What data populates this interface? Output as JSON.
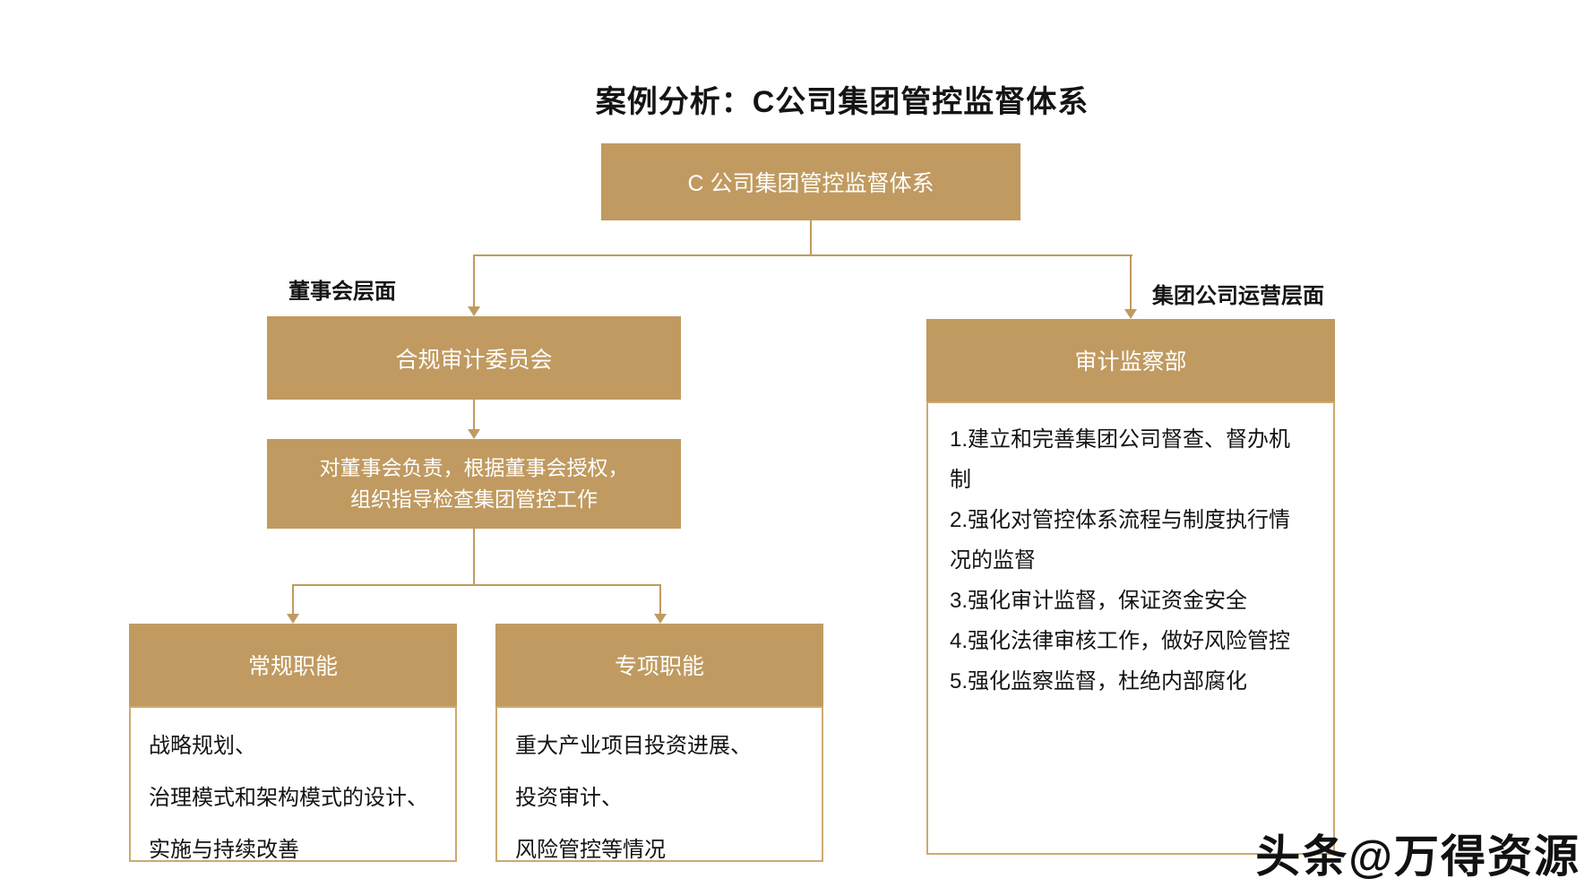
{
  "title": "案例分析：C公司集团管控监督体系",
  "diagram": {
    "root_box_label": "C 公司集团管控监督体系",
    "left_branch_label": "董事会层面",
    "right_branch_label": "集团公司运营层面",
    "compliance_box_label": "合规审计委员会",
    "duty_box": {
      "line1": "对董事会负责，根据董事会授权，",
      "line2": "组织指导检查集团管控工作"
    },
    "regular_card": {
      "header": "常规职能",
      "lines": [
        "战略规划、",
        "治理模式和架构模式的设计、",
        "实施与持续改善"
      ]
    },
    "special_card": {
      "header": "专项职能",
      "lines": [
        "重大产业项目投资进展、",
        "投资审计、",
        "风险管控等情况"
      ]
    },
    "audit_card": {
      "header": "审计监察部",
      "items": [
        "1.建立和完善集团公司督查、督办机制",
        "2.强化对管控体系流程与制度执行情况的监督",
        "3.强化审计监督，保证资金安全",
        "4.强化法律审核工作，做好风险管控",
        "5.强化监察监督，杜绝内部腐化"
      ]
    }
  },
  "watermark": "头条@万得资源",
  "colors": {
    "gold_fill": "#C09A60",
    "gold_border": "#CDAA72",
    "text_dark": "#141414",
    "box_text": "#FFFFFF"
  }
}
